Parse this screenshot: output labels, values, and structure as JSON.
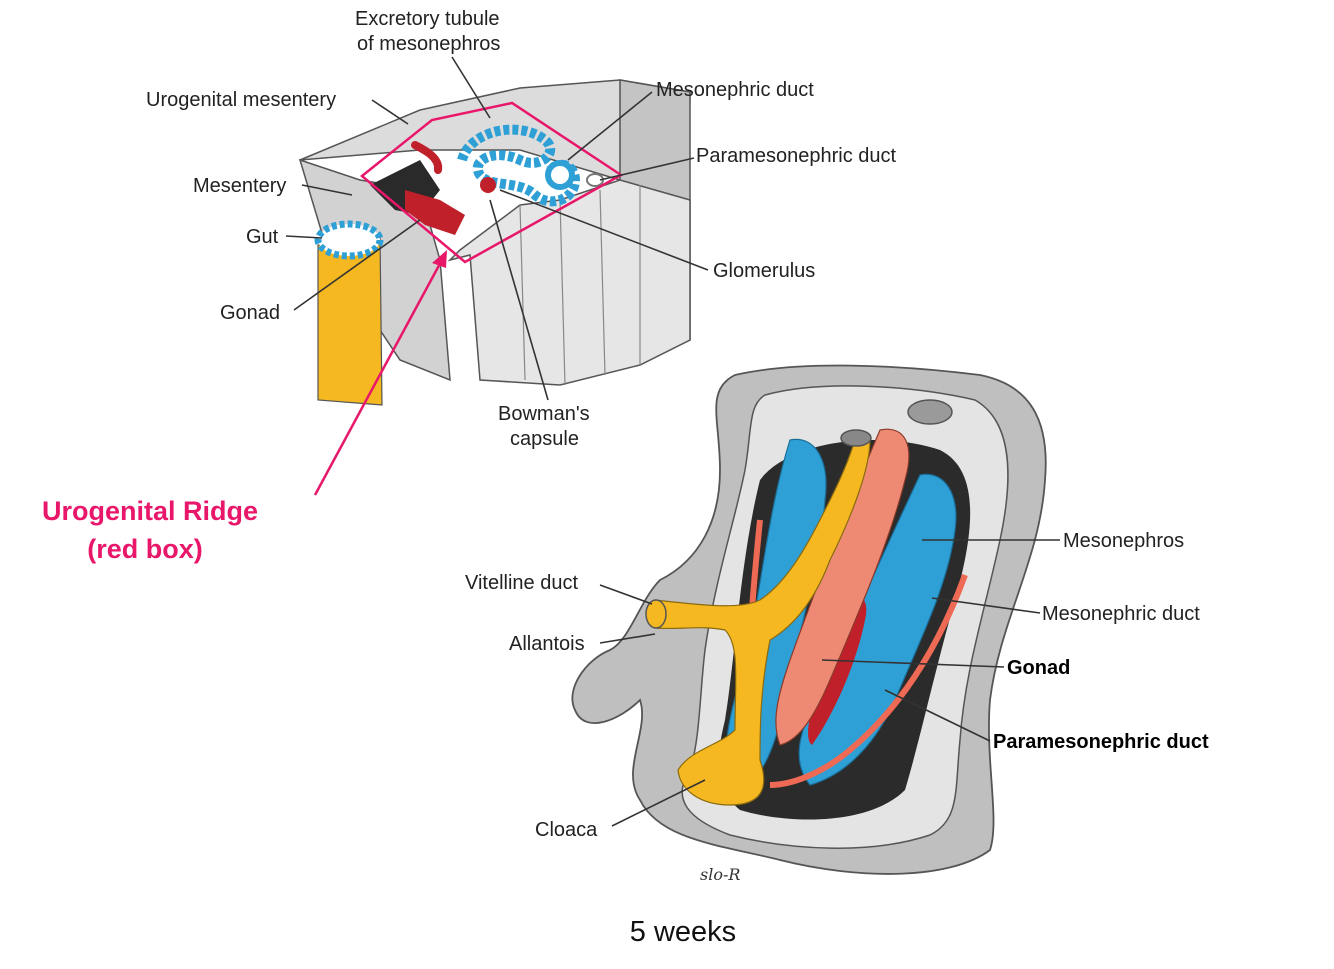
{
  "colors": {
    "accent_pink": "#e8176a",
    "gonad_red": "#c0202a",
    "mesonephros_blue": "#2fa0d6",
    "duct_yellow": "#f5b820",
    "tissue_gray": "#bfbfbf",
    "duct_salmon": "#ee8a74"
  },
  "top_figure": {
    "labels": {
      "excretory_tubule": "Excretory tubule",
      "excretory_tubule_2": "of mesonephros",
      "urogenital_mesentery": "Urogenital mesentery",
      "mesonephric_duct": "Mesonephric duct",
      "paramesonephric_duct": "Paramesonephric duct",
      "mesentery": "Mesentery",
      "gut": "Gut",
      "glomerulus": "Glomerulus",
      "gonad": "Gonad",
      "bowmans_capsule": "Bowman's",
      "bowmans_capsule_2": "capsule"
    }
  },
  "callout": {
    "line1": "Urogenital Ridge",
    "line2": "(red box)"
  },
  "bottom_figure": {
    "labels": {
      "mesonephros": "Mesonephros",
      "mesonephric_duct": "Mesonephric duct",
      "gonad": "Gonad",
      "paramesonephric_duct": "Paramesonephric duct",
      "vitelline_duct": "Vitelline duct",
      "allantois": "Allantois",
      "cloaca": "Cloaca"
    },
    "signature": "slo-R"
  },
  "caption": "5 weeks"
}
